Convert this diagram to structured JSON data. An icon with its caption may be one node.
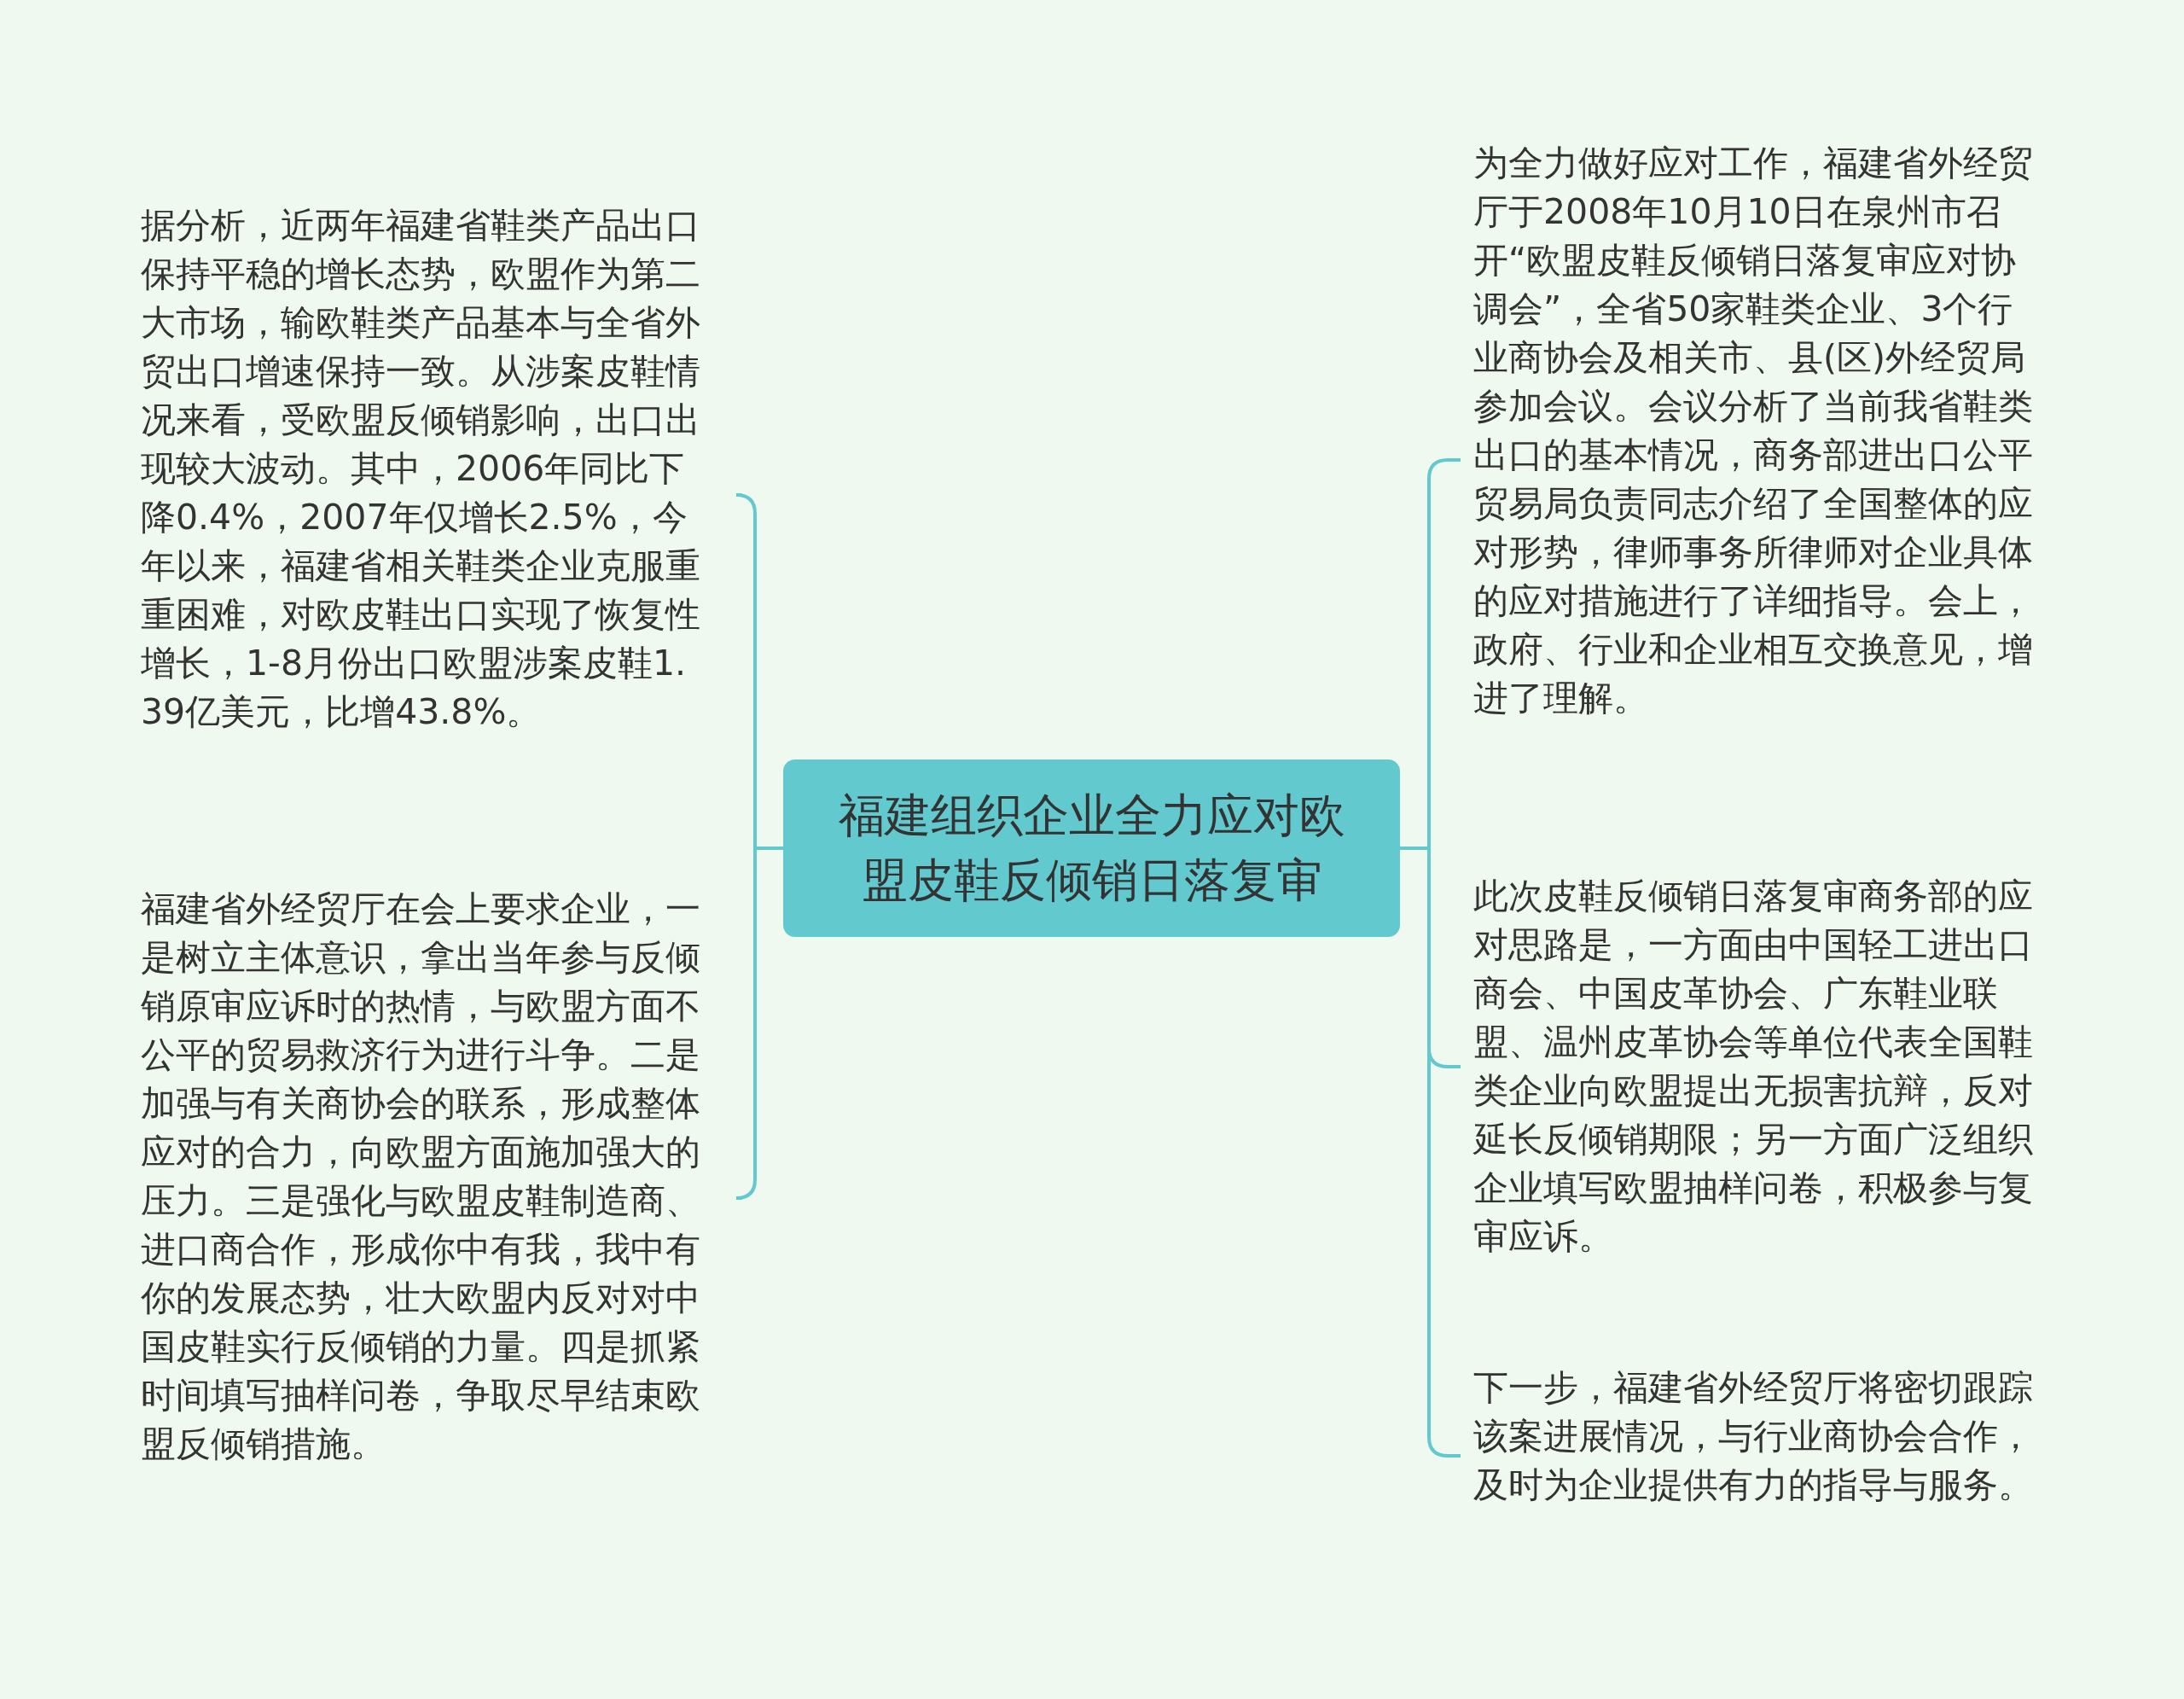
{
  "diagram": {
    "nodes": [
      {
        "text": [
          "福建组织企业全力应对欧盟皮鞋反倾销日落复审"
        ]
      },
      {
        "text": [
          "据分析，近两年福建省鞋类产品出口保持平稳的增长态势，欧盟作为第二大市场，输欧鞋类产品基本与全省外贸出口增速保持一致。从涉案皮鞋情况来看，受欧盟反倾销影响，出口出现较大波动。其中，2006年同比下降0.4%，2007年仅增长2.5%，今年以来，福建省相关鞋类企业克服重重困难，对欧皮鞋出口实现了恢复性增长，1-8月份出口欧盟涉案皮鞋1.39亿美元，比增43.8%。"
        ]
      },
      {
        "text": [
          "福建省外经贸厅在会上要求企业，一是树立主体意识，拿出当年参与反倾销原审应诉时的热情，与欧盟方面不公平的贸易救济行为进行斗争。二是加强与有关商协会的联系，形成整体应对的合力，向欧盟方面施加强大的压力。三是强化与欧盟皮鞋制造商、进口商合作，形成你中有我，我中有你的发展态势，壮大欧盟内反对对中国皮鞋实行反倾销的力量。四是抓紧时间填写抽样问卷，争取尽早结束欧盟反倾销措施。"
        ]
      },
      {
        "text": [
          "为全力做好应对工作，福建省外经贸厅于2008年10月10日在泉州市召开“欧盟皮鞋反倾销日落复审应对协调会”，全省50家鞋类企业、3个行业商协会及相关市、县(区)外经贸局参加会议。会议分析了当前我省鞋类出口的基本情况，商务部进出口公平贸易局负责同志介绍了全国整体的应对形势，律师事务所律师对企业具体的应对措施进行了详细指导。会上，政府、行业和企业相互交换意见，增进了理解。"
        ]
      },
      {
        "text": [
          "此次皮鞋反倾销日落复审商务部的应对思路是，一方面由中国轻工进出口商会、中国皮革协会、广东鞋业联盟、温州皮革协会等单位代表全国鞋类企业向欧盟提出无损害抗辩，反对延长反倾销期限；另一方面广泛组织企业填写欧盟抽样问卷，积极参与复审应诉。"
        ]
      },
      {
        "text": [
          "下一步，福建省外经贸厅将密切跟踪该案进展情况，与行业商协会合作，及时为企业提供有力的指导与服务。"
        ]
      }
    ],
    "edges": [
      {
        "from": 0,
        "to": 1,
        "arrow": "none"
      },
      {
        "from": 0,
        "to": 2,
        "arrow": "none"
      },
      {
        "from": 0,
        "to": 3,
        "arrow": "none"
      },
      {
        "from": 0,
        "to": 4,
        "arrow": "none"
      },
      {
        "from": 0,
        "to": 5,
        "arrow": "none"
      }
    ]
  }
}
